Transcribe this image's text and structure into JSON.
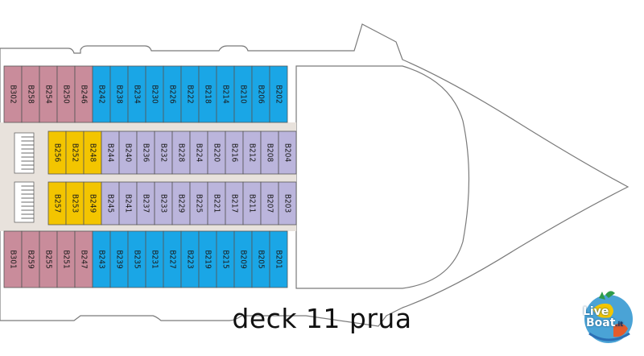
{
  "caption": "deck 11 prua",
  "logo": {
    "text_line1": "Live",
    "text_line2": "Boat",
    "text_suffix": ".it"
  },
  "colors": {
    "pink": "#c98c9b",
    "blue": "#1aa6e6",
    "lavender": "#bbb5dc",
    "yellow": "#f3c500",
    "hull_fill": "#ffffff",
    "outline": "#7a7a7a",
    "corridor": "#e8e2dc"
  },
  "rows": {
    "top": [
      {
        "label": "B302",
        "color": "pink"
      },
      {
        "label": "B258",
        "color": "pink"
      },
      {
        "label": "B254",
        "color": "pink"
      },
      {
        "label": "B250",
        "color": "pink"
      },
      {
        "label": "B246",
        "color": "pink"
      },
      {
        "label": "B242",
        "color": "blue"
      },
      {
        "label": "B238",
        "color": "blue"
      },
      {
        "label": "B234",
        "color": "blue"
      },
      {
        "label": "B230",
        "color": "blue"
      },
      {
        "label": "B226",
        "color": "blue"
      },
      {
        "label": "B222",
        "color": "blue"
      },
      {
        "label": "B218",
        "color": "blue"
      },
      {
        "label": "B214",
        "color": "blue"
      },
      {
        "label": "B210",
        "color": "blue"
      },
      {
        "label": "B206",
        "color": "blue"
      },
      {
        "label": "B202",
        "color": "blue"
      }
    ],
    "inner_top": [
      {
        "label": "B256",
        "color": "yellow"
      },
      {
        "label": "B252",
        "color": "yellow"
      },
      {
        "label": "B248",
        "color": "yellow"
      },
      {
        "label": "B244",
        "color": "lavender"
      },
      {
        "label": "B240",
        "color": "lavender"
      },
      {
        "label": "B236",
        "color": "lavender"
      },
      {
        "label": "B232",
        "color": "lavender"
      },
      {
        "label": "B228",
        "color": "lavender"
      },
      {
        "label": "B224",
        "color": "lavender"
      },
      {
        "label": "B220",
        "color": "lavender"
      },
      {
        "label": "B216",
        "color": "lavender"
      },
      {
        "label": "B212",
        "color": "lavender"
      },
      {
        "label": "B208",
        "color": "lavender"
      },
      {
        "label": "B204",
        "color": "lavender"
      }
    ],
    "inner_bottom": [
      {
        "label": "B257",
        "color": "yellow"
      },
      {
        "label": "B253",
        "color": "yellow"
      },
      {
        "label": "B249",
        "color": "yellow"
      },
      {
        "label": "B245",
        "color": "lavender"
      },
      {
        "label": "B241",
        "color": "lavender"
      },
      {
        "label": "B237",
        "color": "lavender"
      },
      {
        "label": "B233",
        "color": "lavender"
      },
      {
        "label": "B229",
        "color": "lavender"
      },
      {
        "label": "B225",
        "color": "lavender"
      },
      {
        "label": "B221",
        "color": "lavender"
      },
      {
        "label": "B217",
        "color": "lavender"
      },
      {
        "label": "B211",
        "color": "lavender"
      },
      {
        "label": "B207",
        "color": "lavender"
      },
      {
        "label": "B203",
        "color": "lavender"
      }
    ],
    "bottom": [
      {
        "label": "B301",
        "color": "pink"
      },
      {
        "label": "B259",
        "color": "pink"
      },
      {
        "label": "B255",
        "color": "pink"
      },
      {
        "label": "B251",
        "color": "pink"
      },
      {
        "label": "B247",
        "color": "pink"
      },
      {
        "label": "B243",
        "color": "blue"
      },
      {
        "label": "B239",
        "color": "blue"
      },
      {
        "label": "B235",
        "color": "blue"
      },
      {
        "label": "B231",
        "color": "blue"
      },
      {
        "label": "B227",
        "color": "blue"
      },
      {
        "label": "B223",
        "color": "blue"
      },
      {
        "label": "B219",
        "color": "blue"
      },
      {
        "label": "B215",
        "color": "blue"
      },
      {
        "label": "B209",
        "color": "blue"
      },
      {
        "label": "B205",
        "color": "blue"
      },
      {
        "label": "B201",
        "color": "blue"
      }
    ]
  }
}
